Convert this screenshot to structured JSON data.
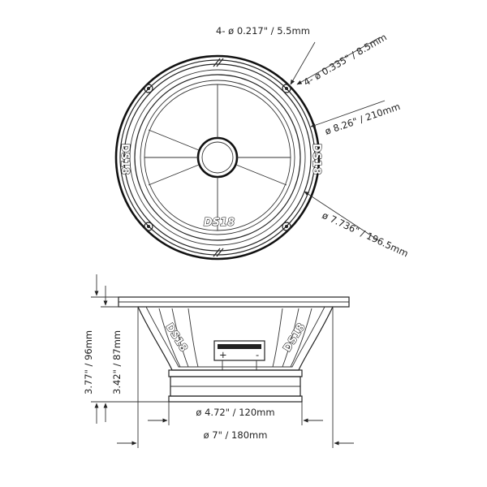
{
  "brand": {
    "logo_text": "DS18"
  },
  "front_view": {
    "callouts": {
      "hole_small": "4- ø 0.217\" / 5.5mm",
      "hole_large": "4- ø 0.335\" / 8.5mm",
      "outer_diameter": "ø 8.26\" / 210mm",
      "cutout_diameter": "ø 7.736\" / 196.5mm"
    }
  },
  "side_view": {
    "total_height": "3.77\" / 96mm",
    "mounting_depth": "3.42\" / 87mm",
    "magnet_diameter": "ø 4.72\" / 120mm",
    "frame_diameter": "ø 7\" / 180mm",
    "terminal_polarity": {
      "plus": "+",
      "minus": "-"
    }
  }
}
